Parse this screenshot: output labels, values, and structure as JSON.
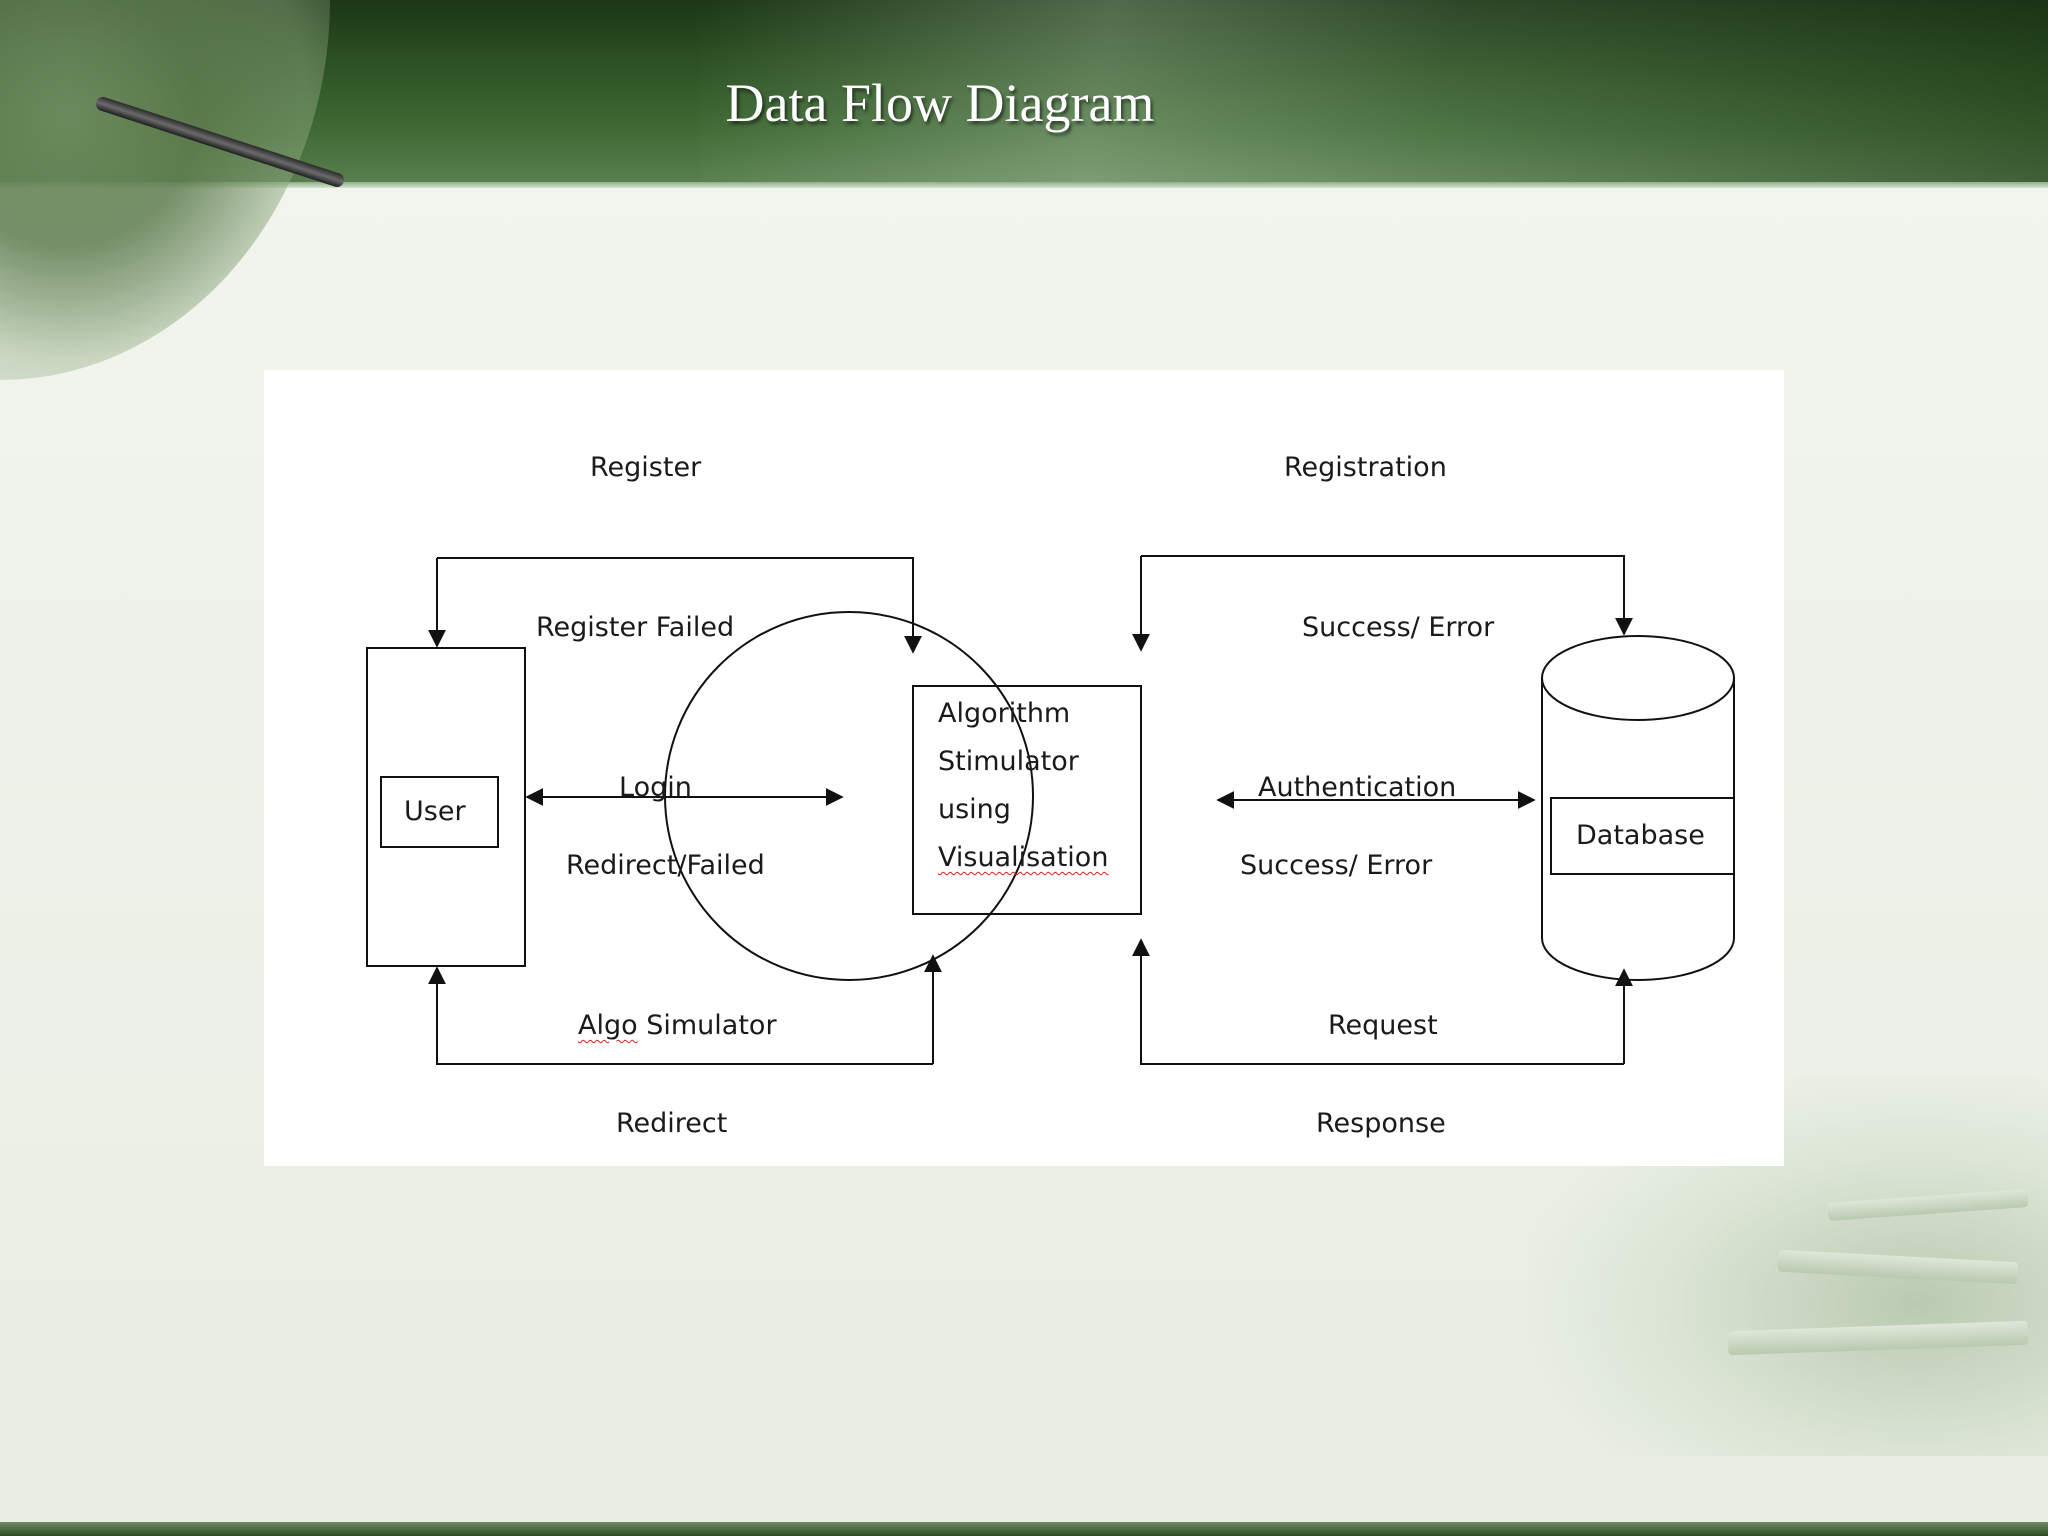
{
  "slide": {
    "title": "Data Flow Diagram"
  },
  "diagram": {
    "entities": {
      "user": "User",
      "database": "Database"
    },
    "process": {
      "line1": "Algorithm",
      "line2": "Stimulator",
      "line3": "using",
      "line4": "Visualisation"
    },
    "flows": {
      "register": "Register",
      "register_failed": "Register Failed",
      "login": "Login",
      "redirect_failed": "Redirect/Failed",
      "algo_word": "Algo",
      "simulator_word": "Simulator",
      "redirect": "Redirect",
      "registration": "Registration",
      "success_error_top": "Success/ Error",
      "authentication": "Authentication",
      "success_error_mid": "Success/ Error",
      "request": "Request",
      "response": "Response"
    }
  }
}
